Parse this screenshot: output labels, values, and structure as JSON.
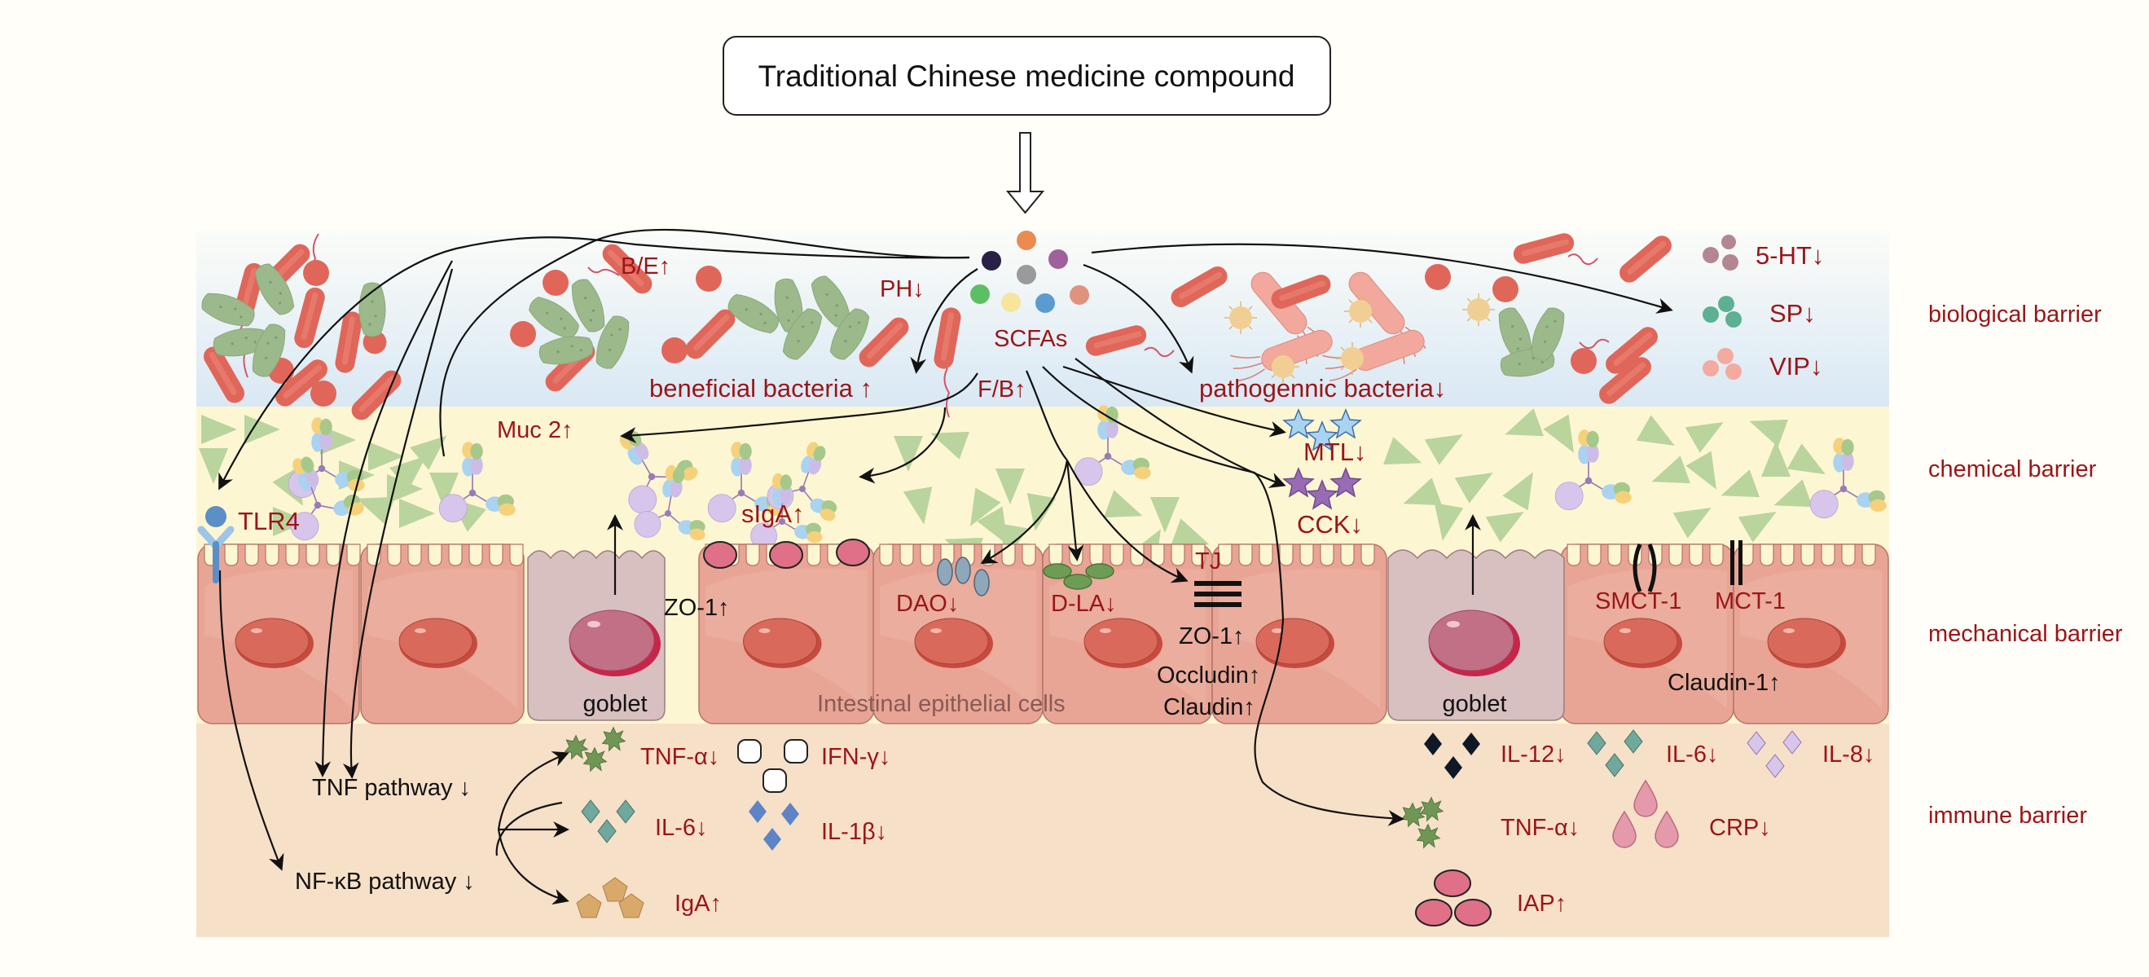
{
  "title": "Traditional Chinese medicine compound",
  "barrier_labels": {
    "biological": "biological barrier",
    "chemical": "chemical barrier",
    "mechanical": "mechanical barrier",
    "immune": "immune barrier"
  },
  "biological": {
    "scfas": "SCFAs",
    "be": "B/E↑",
    "ph": "PH↓",
    "fb": "F/B↑",
    "beneficial": "beneficial bacteria ↑",
    "pathogenic": "pathogennic bacteria↓",
    "ht5": "5-HT↓",
    "sp": "SP↓",
    "vip": "VIP↓"
  },
  "chemical": {
    "muc2": "Muc 2↑",
    "siga": "sIgA↑",
    "tlr4": "TLR4",
    "mtl": "MTL↓",
    "cck": "CCK↓"
  },
  "mechanical": {
    "zo1_left": "ZO-1↑",
    "dao": "DAO↓",
    "dla": "D-LA↓",
    "tj": "TJ",
    "zo1_mid": "ZO-1↑",
    "occludin": "Occludin↑",
    "claudin": "Claudin↑",
    "goblet_left": "goblet",
    "goblet_right": "goblet",
    "epithelial": "Intestinal epithelial cells",
    "smct1": "SMCT-1",
    "mct1": "MCT-1",
    "claudin1": "Claudin-1↑"
  },
  "immune": {
    "tnf_pathway": "TNF pathway ↓",
    "nfkb_pathway": "NF-κB pathway ↓",
    "tnfa_left": "TNF-α↓",
    "ifng": "IFN-γ↓",
    "il6_left": "IL-6↓",
    "il1b": "IL-1β↓",
    "iga": "IgA↑",
    "il12": "IL-12↓",
    "il6_right": "IL-6↓",
    "il8": "IL-8↓",
    "tnfa_right": "TNF-α↓",
    "crp": "CRP↓",
    "iap": "IAP↑"
  },
  "colors": {
    "label_red": "#9b1518",
    "biological_bg": "#deebf5",
    "chemical_bg": "#fdf6d3",
    "immune_bg": "#f7e0c8",
    "cell": "#e8a595",
    "goblet": "#d8bfc0",
    "nucleus": "#d9695a",
    "bacteria_red": "#e0665a",
    "bacteria_green": "#9cb98c",
    "triangle": "#b9d49c"
  }
}
